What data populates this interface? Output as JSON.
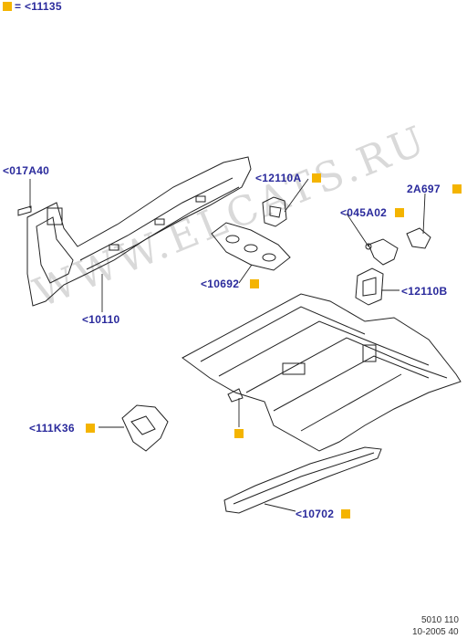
{
  "legend": {
    "text": "= <11135",
    "color": "#f4b400"
  },
  "watermark": "WWW.ELCATS.RU",
  "labels": {
    "p017a40": "<017A40",
    "p12110a": "<12110A",
    "p045a02": "<045A02",
    "p2a697": "2A697",
    "p10692": "<10692",
    "p12110b": "<12110B",
    "p10110": "<10110",
    "p111k36": "<111K36",
    "p10702": "<10702"
  },
  "footer": {
    "line1": "5010 110",
    "line2": "10-2005 40"
  },
  "colors": {
    "label": "#2a2a9c",
    "marker": "#f4b400",
    "line": "#222222"
  }
}
